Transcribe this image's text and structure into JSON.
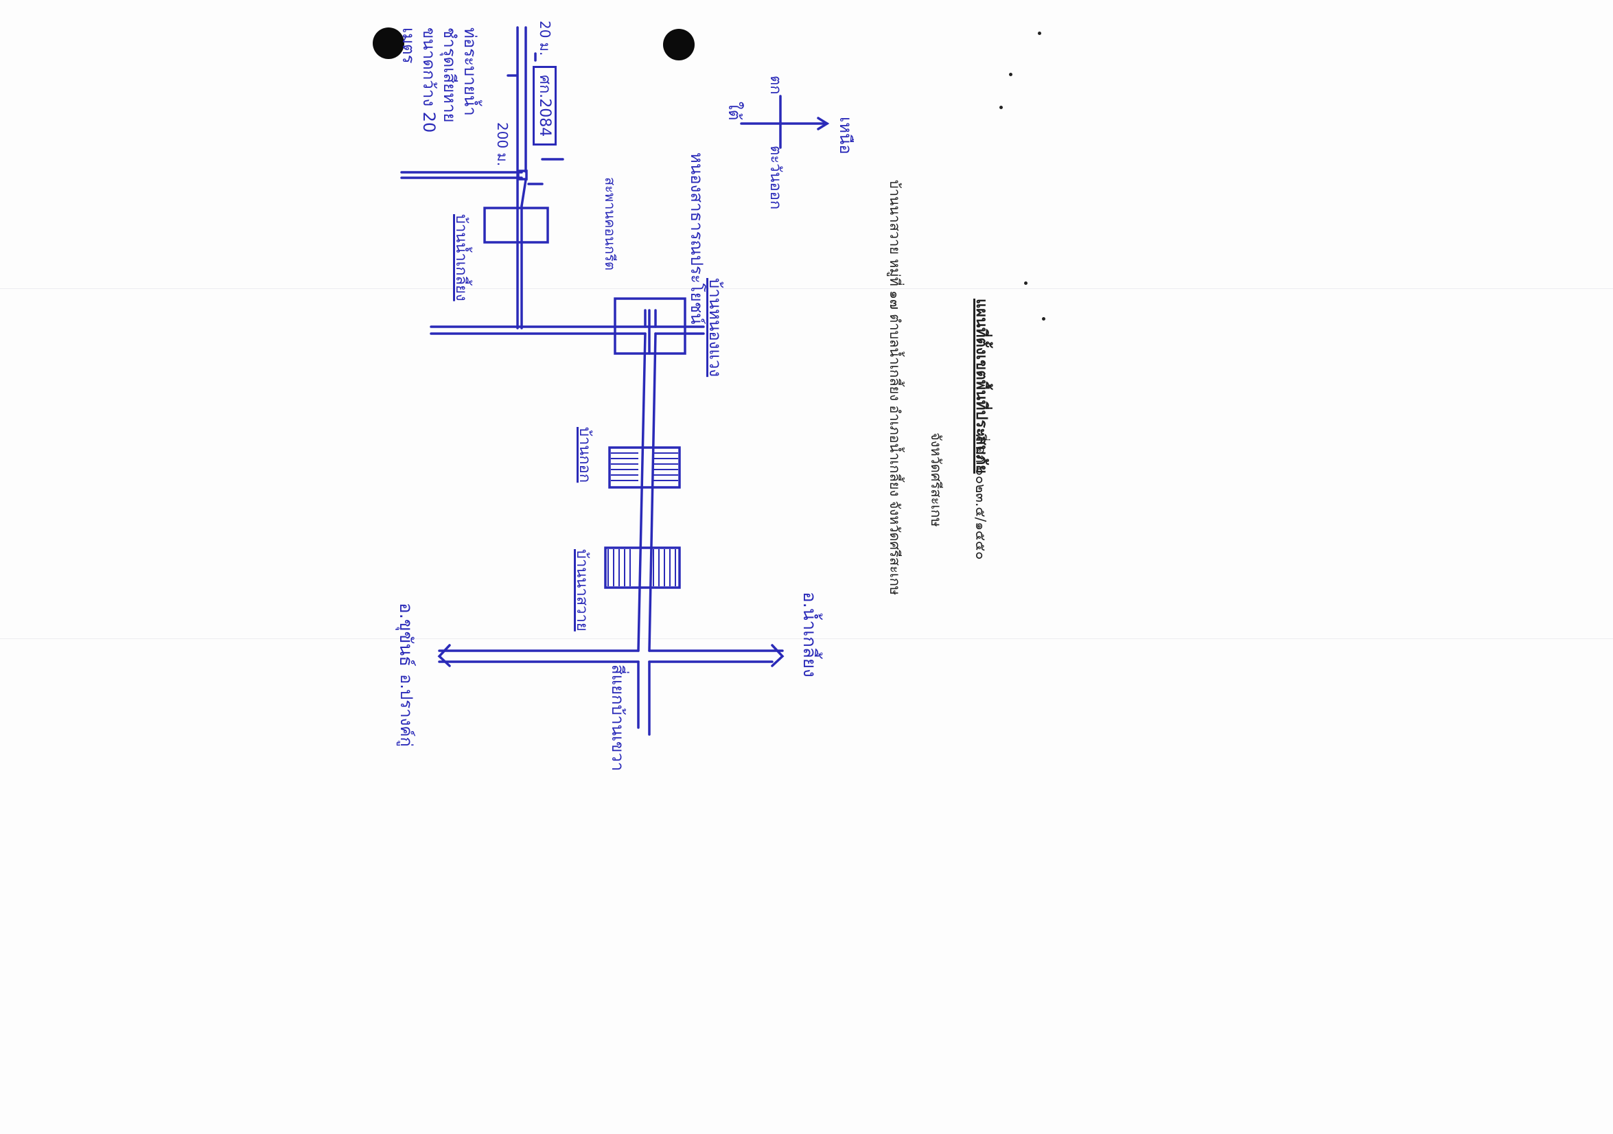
{
  "document": {
    "reference_no": "ที่ ศก ๐๐๒๓.๕/๑๕๕๐",
    "title": "แผนที่ตั้งเขตพื้นที่ประสบภัย",
    "province": "จังหวัดศรีสะเกษ",
    "area_description": "บ้านนาสวาย หมู่ที่ ๑๗ ตำบลน้ำเกลี้ยง อำเภอน้ำเกลี้ยง จังหวัดศรีสะเกษ",
    "accent_color": "#2a2ab8"
  },
  "compass": {
    "north": "เหนือ",
    "south": "ใต้",
    "east": "ตะวันออก",
    "west": "ตก"
  },
  "map_labels": {
    "road_sign": "ศก.2084",
    "distance": "200 ม.",
    "distance_20m": "20 ม.",
    "drain_damage": "ท่อระบายน้ำ ชำรุดเสียหาย ขนาดกว้าง 20 เมตร",
    "public_pond": "หนองสาธารณประโยชน์",
    "bridge": "สะพานคอนกรีต",
    "village_a": "บ้านน้ำเกลี้ยง",
    "village_center": "บ้านหนองแวง",
    "village_b": "บ้านกอก",
    "village_c": "บ้านนาสวาย",
    "district_right": "อ.น้ำเกลี้ยง",
    "district_left": "อ.ขุขันธ์",
    "junction_bottom": "สี่แยกบ้านเขวา",
    "district_bottom_left": "อ.ปรางค์กู่"
  }
}
